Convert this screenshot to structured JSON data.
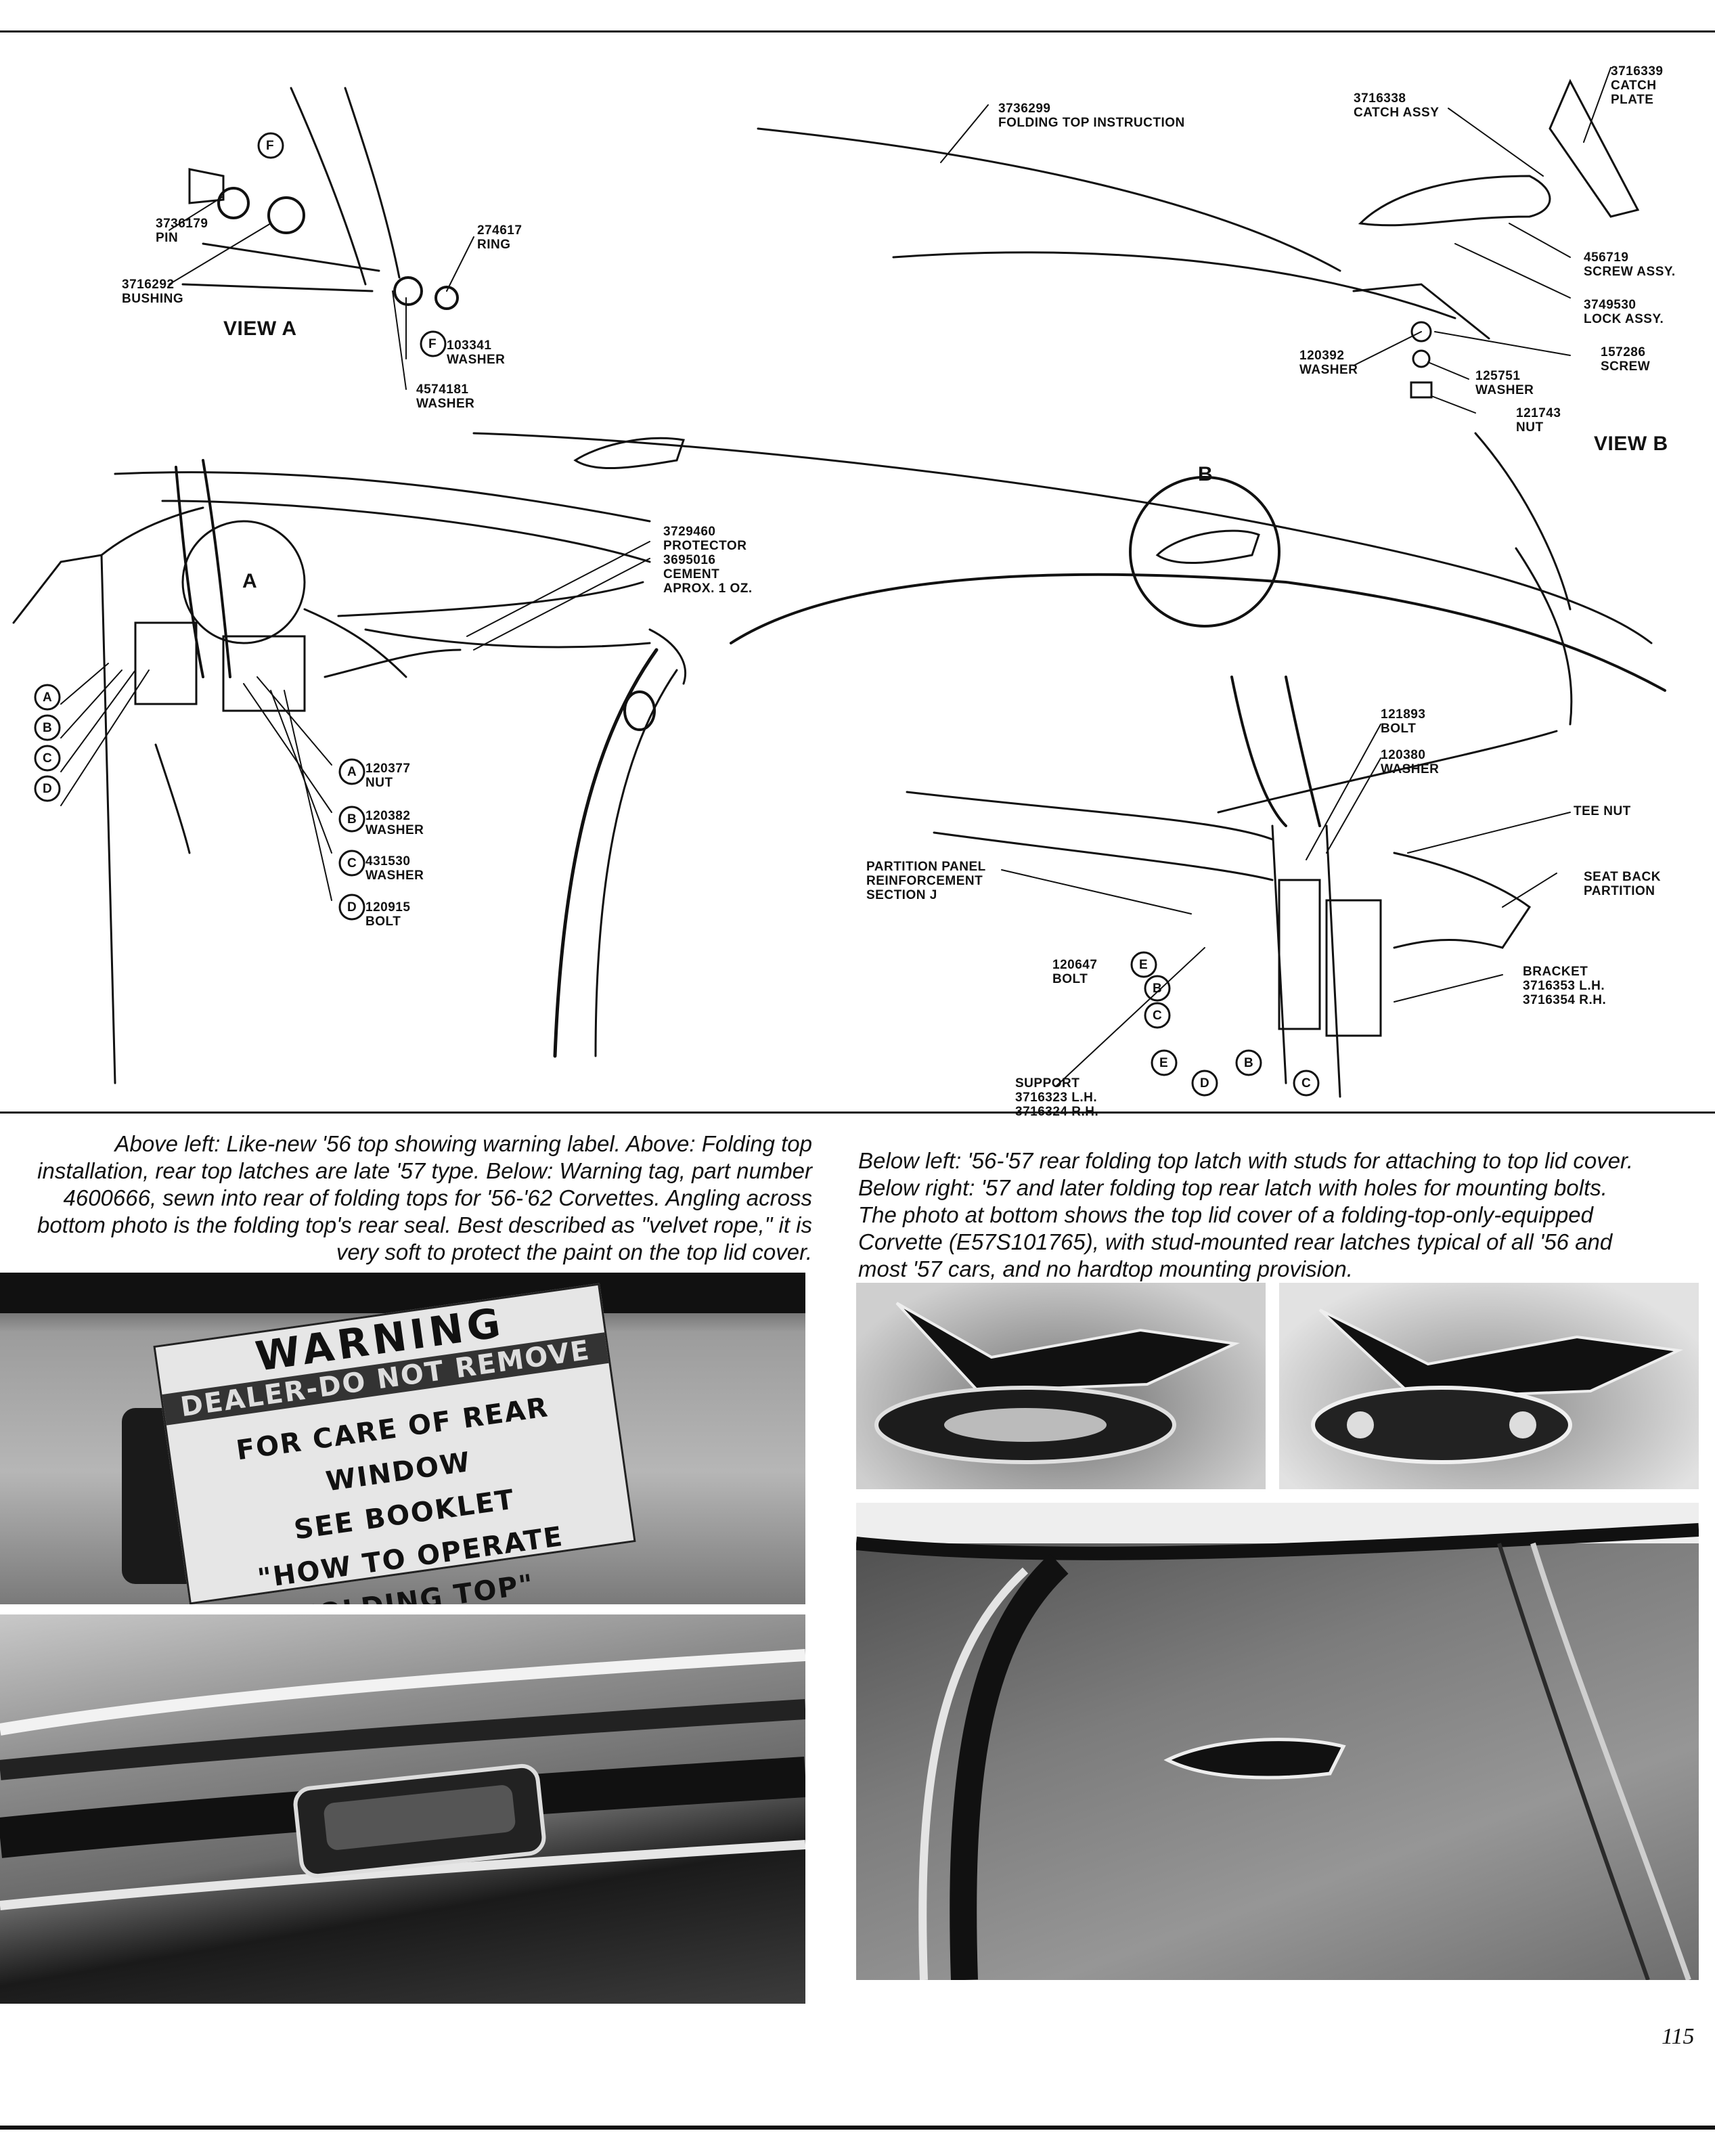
{
  "diagram": {
    "labels": {
      "instruction": "3736299\nFOLDING TOP INSTRUCTION",
      "pin": "3736179\nPIN",
      "bushing": "3716292\nBUSHING",
      "ring": "274617\nRING",
      "washer_f": "103341\nWASHER",
      "washer_4574181": "4574181\nWASHER",
      "view_a": "VIEW A",
      "catch_assy": "3716338\nCATCH ASSY",
      "catch_plate": "3716339\nCATCH\nPLATE",
      "screw_assy": "456719\nSCREW ASSY.",
      "lock_assy": "3749530\nLOCK ASSY.",
      "screw": "157286\nSCREW",
      "washer_120392": "120392\nWASHER",
      "washer_125751": "125751\nWASHER",
      "nut_121743": "121743\nNUT",
      "view_b": "VIEW B",
      "protector": "3729460\nPROTECTOR\n3695016\nCEMENT\nAPROX. 1 OZ.",
      "nut_120377": "120377\nNUT",
      "washer_120382": "120382\nWASHER",
      "washer_431530": "431530\nWASHER",
      "bolt_120915": "120915\nBOLT",
      "bolt_121893": "121893\nBOLT",
      "washer_120380": "120380\nWASHER",
      "tee_nut": "TEE NUT",
      "seat_back": "SEAT BACK\nPARTITION",
      "partition": "PARTITION PANEL\nREINFORCEMENT\nSECTION J",
      "bolt_120647": "120647\nBOLT",
      "bracket": "BRACKET\n3716353 L.H.\n3716354 R.H.",
      "support": "SUPPORT\n3716323 L.H.\n3716324 R.H."
    },
    "callouts": {
      "a": "A",
      "b": "B",
      "c": "C",
      "d": "D",
      "e": "E",
      "f": "F"
    }
  },
  "captions": {
    "left": "Above left: Like-new '56 top showing warning label. Above: Folding top installation, rear top latches are late '57 type. Below: Warning tag, part number 4600666, sewn into rear of folding tops for '56-'62 Corvettes. Angling across bottom photo is the folding top's rear seal. Best described as \"velvet rope,\" it is very soft to protect the paint on the top lid cover.",
    "right": "Below left: '56-'57 rear folding top latch with studs for attaching to top lid cover. Below right: '57 and later folding top rear latch with holes for mounting bolts. The photo at bottom shows the top lid cover of a folding-top-only-equipped Corvette (E57S101765), with stud-mounted rear latches typical of all '56 and most '57 cars, and no hardtop mounting provision."
  },
  "warning_tag": {
    "title": "WARNING",
    "subtitle": "DEALER-DO NOT REMOVE",
    "line1": "FOR CARE OF REAR WINDOW",
    "line2": "SEE BOOKLET",
    "line3": "\"HOW TO OPERATE FOLDING TOP\""
  },
  "page_number": "115"
}
